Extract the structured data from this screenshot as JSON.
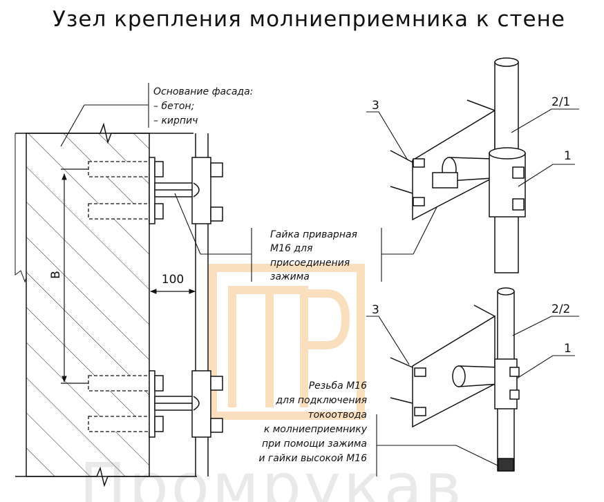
{
  "title": "Узел крепления молниеприемника к стене",
  "base_note": {
    "line1": "Основание фасада:",
    "line2": "– бетон;",
    "line3": "– кирпич"
  },
  "nut_note": {
    "line1": "Гайка приварная",
    "line2": "М16 для",
    "line3": "присоединения",
    "line4": "зажима"
  },
  "thread_note": {
    "line1": "Резьба М16",
    "line2": "для подключения",
    "line3": "токоотвода",
    "line4": "к молниеприемнику",
    "line5": "при помощи зажима",
    "line6": "и гайки высокой М16"
  },
  "dimensions": {
    "offset": "100",
    "spacing": "B"
  },
  "callouts": {
    "top_anchor": "3",
    "top_rod": "2/1",
    "top_clamp": "1",
    "bottom_anchor": "3",
    "bottom_rod": "2/2",
    "bottom_clamp": "1"
  },
  "watermark": {
    "logo": "ПР",
    "text": "Промрукав"
  },
  "colors": {
    "line": "#111111",
    "hatch": "#222222",
    "watermark_logo": "#f6c58a"
  }
}
